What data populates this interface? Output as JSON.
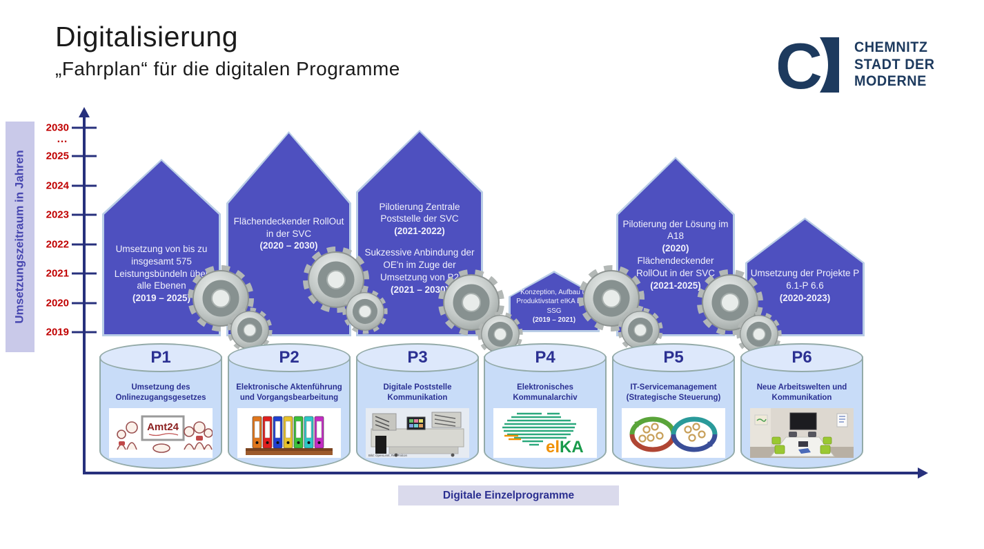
{
  "slide": {
    "title": "Digitalisierung",
    "subtitle": "„Fahrplan“ für die digitalen Programme"
  },
  "logo": {
    "mark": "C",
    "line1": "CHEMNITZ",
    "line2": "STADT DER",
    "line3": "MODERNE",
    "color": "#1d3a5e"
  },
  "y_axis": {
    "label": "Umsetzungszeitraum in Jahren",
    "ticks": [
      "2030",
      "…",
      "2025",
      "2024",
      "2023",
      "2022",
      "2021",
      "2020",
      "2019"
    ]
  },
  "x_axis": {
    "label": "Digitale Einzelprogramme"
  },
  "houses": [
    {
      "text1": "Umsetzung von bis zu insgesamt 575 Leistungsbündeln über alle Ebenen",
      "date1": "(2019 – 2025)",
      "text2": "",
      "date2": ""
    },
    {
      "text1": "Flächendeckender RollOut  in der SVC",
      "date1": "(2020 – 2030)",
      "text2": "",
      "date2": ""
    },
    {
      "text1": "Pilotierung Zentrale Poststelle der SVC",
      "date1": "(2021-2022)",
      "text2": "Sukzessive Anbindung der OE'n im Zuge der Umsetzung von P2",
      "date2": "(2021 – 2030)"
    },
    {
      "text1": "Konzeption, Aufbau u. Produktivstart eIKA beim SSG",
      "date1": "(2019 – 2021)",
      "text2": "",
      "date2": ""
    },
    {
      "text1": "Pilotierung der Lösung im A18",
      "date1": "(2020)",
      "text2": "Flächendeckender RollOut  in der SVC",
      "date2": "(2021-2025)"
    },
    {
      "text1": "Umsetzung der Projekte P 6.1-P 6.6",
      "date1": "(2020-2023)",
      "text2": "",
      "date2": ""
    }
  ],
  "programs": [
    {
      "label": "P1",
      "description": "Umsetzung des Onlinezugangsgesetzes",
      "image_text": "Amt24"
    },
    {
      "label": "P2",
      "description": "Elektronische Aktenführung und Vorgangsbearbeitung"
    },
    {
      "label": "P3",
      "description": "Digitale Poststelle Kommunikation",
      "image_caption": "Bild: OpenLimit, Red Falcon"
    },
    {
      "label": "P4",
      "description": "Elektronisches Kommunalarchiv",
      "image_text_orange": "el",
      "image_text_green": "KA"
    },
    {
      "label": "P5",
      "description": "IT-Servicemanagement (Strategische Steuerung)"
    },
    {
      "label": "P6",
      "description": "Neue Arbeitswelten und Kommunikation"
    }
  ],
  "colors": {
    "house_fill": "#4e50bf",
    "house_border": "#b9cde6",
    "axis": "#27307c",
    "year_text": "#c00000",
    "cylinder_body": "#c8dcf8",
    "cylinder_top": "#dde8fb",
    "navy_text": "#2b3092",
    "label_box_bg": "#dadaec"
  }
}
